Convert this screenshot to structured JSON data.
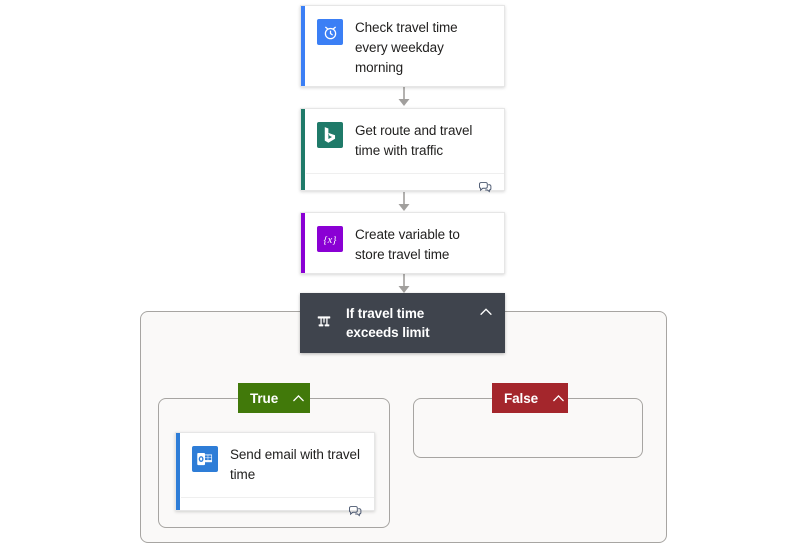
{
  "flow": {
    "nodes": [
      {
        "id": "trigger-check-travel-time",
        "name": "check-travel-time-trigger-card",
        "title": "Check travel time every weekday morning",
        "icon": "alarm-clock-icon",
        "icon_bg": "#3b7ff5",
        "accent_color": "#3b7ff5",
        "has_footer": false
      },
      {
        "id": "action-get-route",
        "name": "get-route-action-card",
        "title": "Get route and travel time with traffic",
        "icon": "bing-maps-icon",
        "icon_bg": "#1f7a69",
        "accent_color": "#1f7a69",
        "has_footer": true,
        "footer_icon": "comment-icon"
      },
      {
        "id": "action-create-variable",
        "name": "create-variable-action-card",
        "title": "Create variable to store travel time",
        "icon": "variable-braces-icon",
        "icon_bg": "#8a00d4",
        "accent_color": "#8a00d4",
        "has_footer": false
      },
      {
        "id": "action-send-email",
        "name": "send-email-action-card",
        "title": "Send email with travel time",
        "icon": "outlook-icon",
        "icon_bg": "#2e7dd7",
        "accent_color": "#2e7dd7",
        "has_footer": true,
        "footer_icon": "comment-icon"
      }
    ],
    "condition": {
      "id": "condition-if-travel-time",
      "name": "condition-card",
      "title": "If travel time exceeds limit",
      "icon": "condition-branch-icon",
      "background": "#3f444d",
      "collapse_icon": "chevron-up-icon"
    },
    "branches": [
      {
        "id": "branch-true",
        "label": "True",
        "color": "#41790a",
        "collapse_icon": "chevron-up-icon",
        "empty": false
      },
      {
        "id": "branch-false",
        "label": "False",
        "color": "#a4262c",
        "collapse_icon": "chevron-up-icon",
        "empty": true
      }
    ],
    "colors": {
      "canvas_background": "#ffffff",
      "scope_background": "#faf9f8",
      "scope_border": "#a7a5a2",
      "connector": "#a19f9d",
      "card_text": "#201f1e"
    }
  }
}
